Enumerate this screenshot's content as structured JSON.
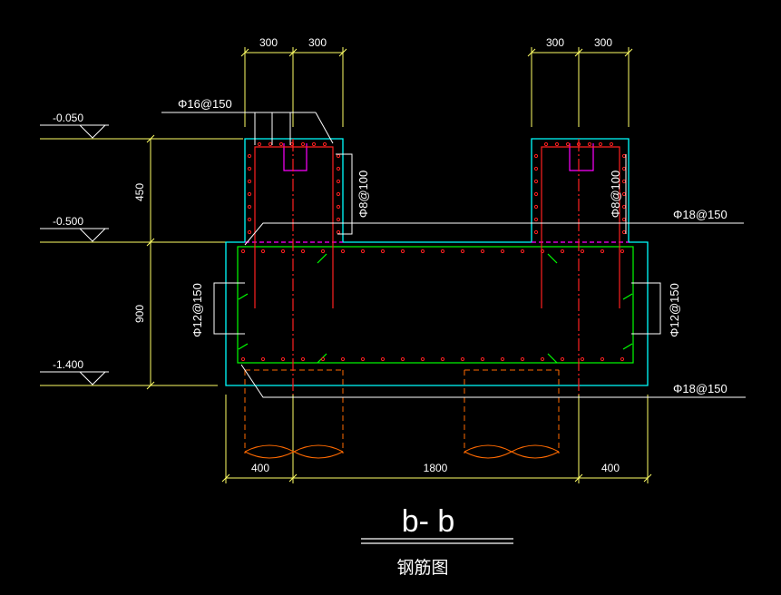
{
  "drawing": {
    "title": "b- b",
    "subtitle": "钢筋图"
  },
  "dimensions": {
    "top_left_a": "300",
    "top_left_b": "300",
    "top_right_a": "300",
    "top_right_b": "300",
    "left_upper": "450",
    "left_lower": "900",
    "bottom_left": "400",
    "bottom_middle": "1800",
    "bottom_right": "400"
  },
  "elevations": {
    "top": "-0.050",
    "middle": "-0.500",
    "bottom": "-1.400"
  },
  "rebar": {
    "column_top": "Φ16@150",
    "stirrup_left": "Φ8@100",
    "stirrup_right": "Φ8@100",
    "beam_top": "Φ18@150",
    "beam_bottom": "Φ18@150",
    "side_left": "Φ12@150",
    "side_right": "Φ12@150"
  },
  "colors": {
    "background": "#000000",
    "outline": "#00ffff",
    "rebar_main": "#ff2020",
    "rebar_beam": "#00ff00",
    "stirrup": "#ff00ff",
    "pile": "#ff6a00",
    "dimension": "#ffff66",
    "text": "#ffffff"
  }
}
